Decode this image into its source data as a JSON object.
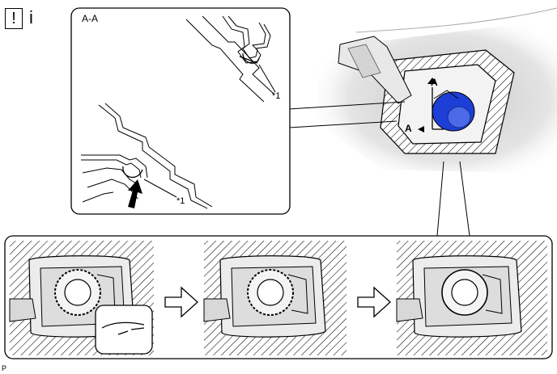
{
  "header": {
    "caution_symbol": "!",
    "info_symbol": "i"
  },
  "detail": {
    "section_label": "A-A",
    "callout_top": "*1",
    "callout_bottom": "*1"
  },
  "overview": {
    "section_marker_top": "A",
    "section_marker_bottom": "A"
  },
  "footer": {
    "illustration_code": "P"
  },
  "icons": [
    "caution-icon",
    "info-icon",
    "push-arrow-icon",
    "step-arrow-icon",
    "step-arrow-icon"
  ],
  "colors": {
    "cap_blue": "#1d3fd6",
    "line": "#000000",
    "shade": "#dcdcdc"
  }
}
